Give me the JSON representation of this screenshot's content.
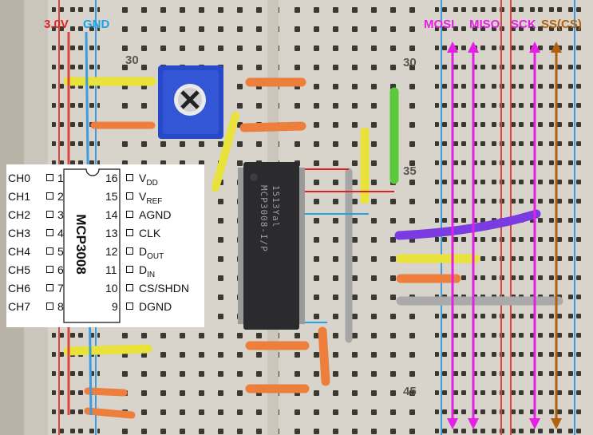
{
  "rail_labels": {
    "v3": "3.0V",
    "gnd": "GND",
    "mosi": "MOSI",
    "miso": "MISO",
    "sck": "SCK",
    "ss": "SS(CS)"
  },
  "row_numbers": {
    "left_30": "30",
    "right_30": "30",
    "right_35": "35",
    "right_45": "45"
  },
  "chip_marking": {
    "line1": "MCP3008-I/P",
    "line2": "1513Yal"
  },
  "pinout": {
    "ic_name": "MCP3008",
    "left_pins": [
      {
        "name": "CH0",
        "num": "1"
      },
      {
        "name": "CH1",
        "num": "2"
      },
      {
        "name": "CH2",
        "num": "3"
      },
      {
        "name": "CH3",
        "num": "4"
      },
      {
        "name": "CH4",
        "num": "5"
      },
      {
        "name": "CH5",
        "num": "6"
      },
      {
        "name": "CH6",
        "num": "7"
      },
      {
        "name": "CH7",
        "num": "8"
      }
    ],
    "right_pins": [
      {
        "num": "16",
        "name": "V",
        "sub": "DD"
      },
      {
        "num": "15",
        "name": "V",
        "sub": "REF"
      },
      {
        "num": "14",
        "name": "AGND",
        "sub": ""
      },
      {
        "num": "13",
        "name": "CLK",
        "sub": ""
      },
      {
        "num": "12",
        "name": "D",
        "sub": "OUT"
      },
      {
        "num": "11",
        "name": "D",
        "sub": "IN"
      },
      {
        "num": "10",
        "name": "CS/SHDN",
        "sub": ""
      },
      {
        "num": "9",
        "name": "DGND",
        "sub": ""
      }
    ]
  },
  "colors": {
    "board": "#d8d4cb",
    "red_rail": "#e0443e",
    "blue_rail": "#3f9be0",
    "magenta": "#e61fe6",
    "brown": "#b0620f",
    "label_red": "#e02424",
    "label_blue": "#1aa3e6",
    "potentiometer": "#2748c8"
  }
}
